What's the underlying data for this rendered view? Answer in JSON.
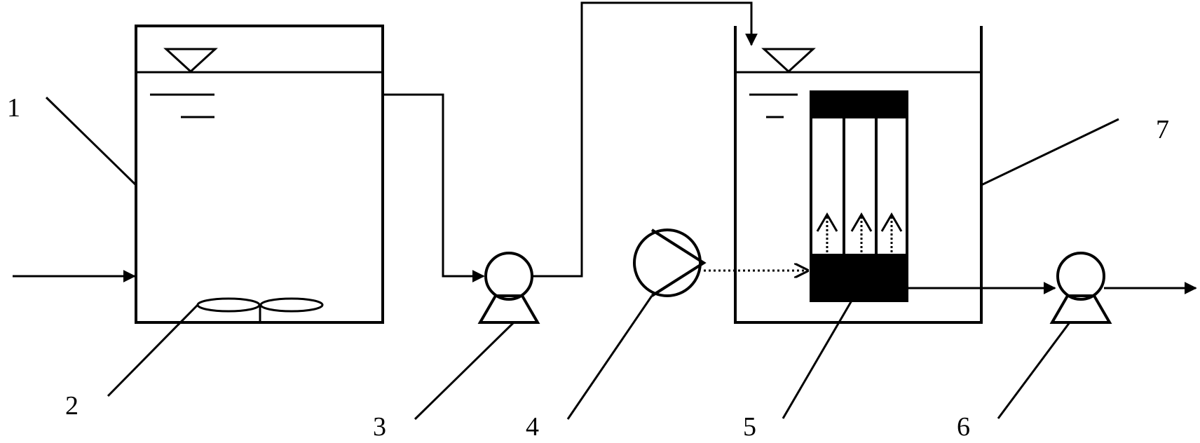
{
  "labels": {
    "l1": "1",
    "l2": "2",
    "l3": "3",
    "l4": "4",
    "l5": "5",
    "l6": "6",
    "l7": "7"
  },
  "colors": {
    "stroke": "#000000",
    "background": "#ffffff"
  }
}
